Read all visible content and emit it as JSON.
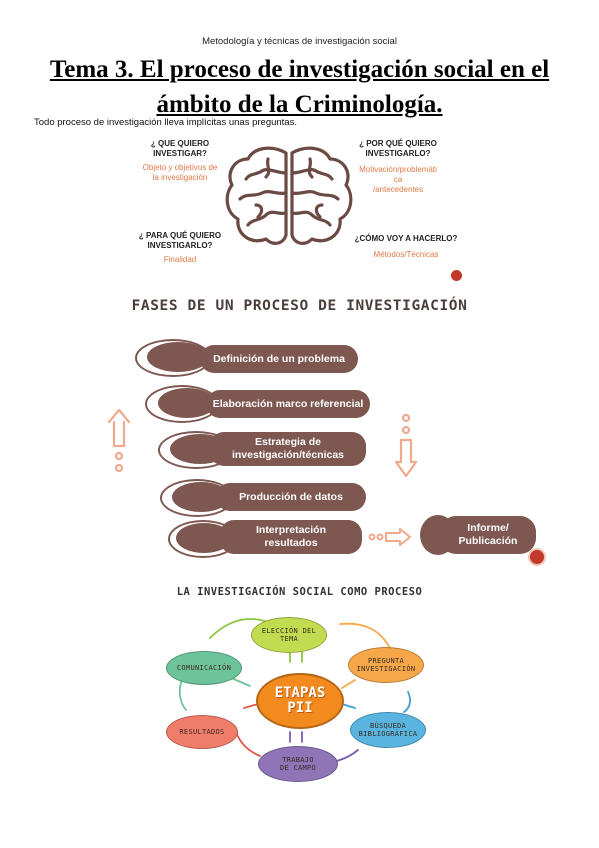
{
  "header": "Metodología y técnicas de investigación social",
  "title": "Tema 3. El proceso de investigación social en el ámbito de la Criminología.",
  "intro": "Todo proceso de investigación lleva implícitas unas preguntas.",
  "questions": [
    {
      "q1": "¿ QUE QUIERO",
      "q2": "INVESTIGAR?",
      "a1": "Objeto y objetivos de",
      "a2": "la investigación",
      "a3": ""
    },
    {
      "q1": "¿ POR QUÉ QUIERO",
      "q2": "INVESTIGARLO?",
      "a1": "Motivación/problemáti",
      "a2": "ca",
      "a3": "/antecedentes"
    },
    {
      "q1": "¿ PARA QUÉ QUIERO",
      "q2": "INVESTIGARLO?",
      "a1": "Finalidad",
      "a2": "",
      "a3": ""
    },
    {
      "q1": "¿CÓMO VOY A HACERLO?",
      "q2": "",
      "a1": "Métodos/Técnicas",
      "a2": "",
      "a3": ""
    }
  ],
  "fases": {
    "title": "FASES DE UN PROCESO DE INVESTIGACIÓN",
    "steps": [
      {
        "l1": "Definición de un problema",
        "l2": ""
      },
      {
        "l1": "Elaboración marco referencial",
        "l2": ""
      },
      {
        "l1": "Estrategia de",
        "l2": "investigación/técnicas"
      },
      {
        "l1": "Producción de datos",
        "l2": ""
      },
      {
        "l1": "Interpretación",
        "l2": "resultados"
      }
    ],
    "final": {
      "l1": "Informe/",
      "l2": "Publicación"
    }
  },
  "process": {
    "title": "LA INVESTIGACIÓN SOCIAL COMO PROCESO",
    "center_l1": "ETAPAS",
    "center_l2": "PII",
    "stages": [
      {
        "l1": "ELECCIÓN DEL TEMA",
        "l2": "",
        "color": "#c2dc52"
      },
      {
        "l1": "PREGUNTA",
        "l2": "INVESTIGACIÓN",
        "color": "#f6a74a"
      },
      {
        "l1": "BÚSQUEDA",
        "l2": "BIBLIOGRÁFICA",
        "color": "#59b5e0"
      },
      {
        "l1": "TRABAJO",
        "l2": "DE CAMPO",
        "color": "#8f74b8"
      },
      {
        "l1": "RESULTADOS",
        "l2": "",
        "color": "#ef7d6a"
      },
      {
        "l1": "COMUNICACIÓN",
        "l2": "",
        "color": "#6dc39a"
      }
    ],
    "colors": {
      "center": "#f28a1e",
      "arrows_green": "#8cc63f",
      "arrows_purple": "#7a5bb0",
      "arrows_blue": "#3aa0d8",
      "arrows_red": "#e05a4a"
    }
  },
  "colors": {
    "brown": "#7e5751",
    "orange_text": "#e07a46",
    "red_dot": "#c0392b",
    "peach_arrow": "#f1a98c"
  }
}
